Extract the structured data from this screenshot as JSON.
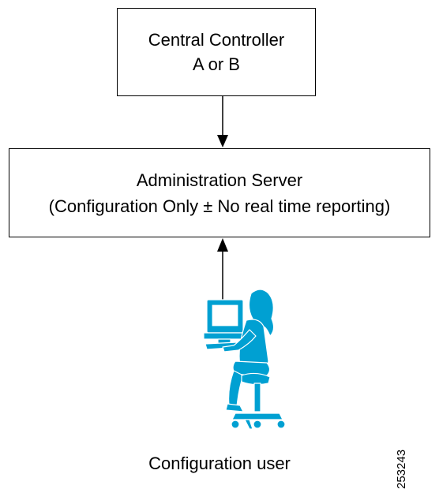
{
  "nodes": {
    "controller": {
      "lines": [
        "Central Controller",
        "A or B"
      ]
    },
    "admin_server": {
      "lines": [
        "Administration Server",
        "(Configuration Only ± No real time reporting)"
      ]
    },
    "user": {
      "label": "Configuration user",
      "icon": "person-at-computer-icon"
    }
  },
  "edges": [
    {
      "from": "controller",
      "to": "admin_server",
      "direction": "down"
    },
    {
      "from": "user",
      "to": "admin_server",
      "direction": "up"
    }
  ],
  "figure_number": "253243",
  "colors": {
    "line": "#000000",
    "figure": "#00a0d2"
  }
}
